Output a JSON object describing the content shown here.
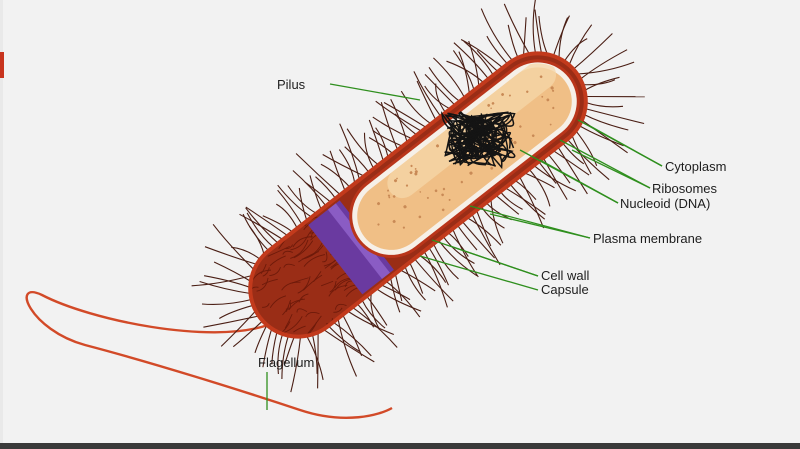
{
  "colors": {
    "background": "#f2f2f2",
    "capsule": "#9a2d16",
    "cell_wall": "#c23a1c",
    "plasma_membrane": "#6a3aa0",
    "cytoplasm": "#f0bf86",
    "nucleoid": "#141414",
    "pili": "#4a1e14",
    "flagellum": "#d24a28",
    "leader_lines": "#2f8f1e"
  },
  "labels": [
    {
      "id": "pilus",
      "text": "Pilus"
    },
    {
      "id": "cytoplasm",
      "text": "Cytoplasm"
    },
    {
      "id": "ribosomes",
      "text": "Ribosomes"
    },
    {
      "id": "nucleoid",
      "text": "Nucleoid (DNA)"
    },
    {
      "id": "plasma-membrane",
      "text": "Plasma membrane"
    },
    {
      "id": "cell-wall",
      "text": "Cell wall"
    },
    {
      "id": "capsule",
      "text": "Capsule"
    },
    {
      "id": "flagellum",
      "text": "Flagellum"
    }
  ]
}
